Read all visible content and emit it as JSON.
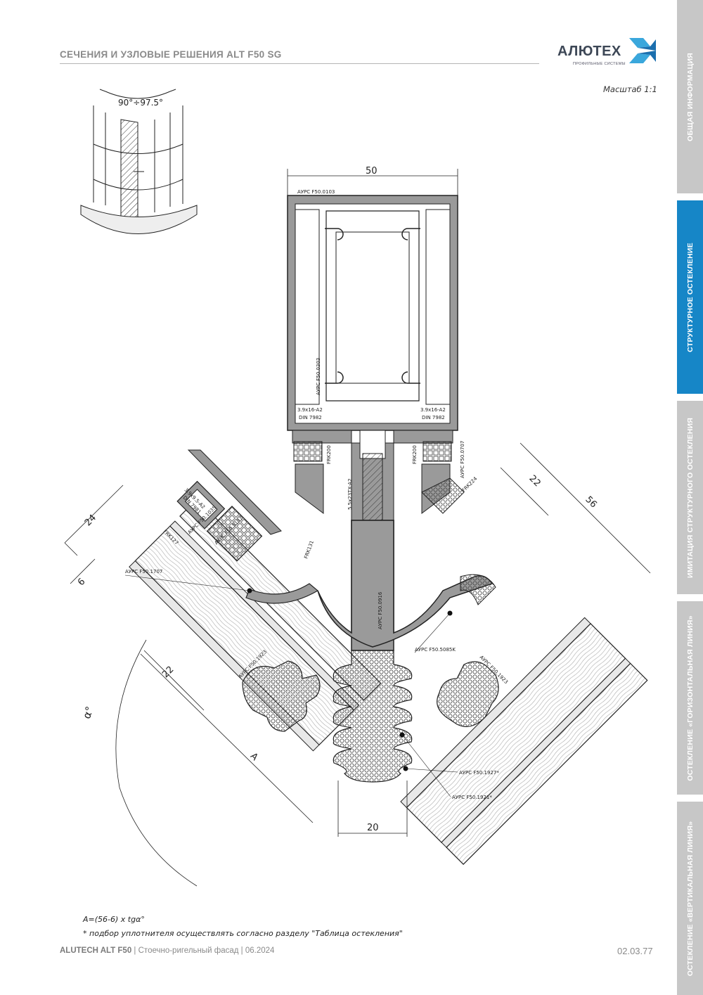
{
  "header": {
    "title": "СЕЧЕНИЯ И УЗЛОВЫЕ РЕШЕНИЯ ALT F50 SG"
  },
  "logo": {
    "name": "АЛЮТЕХ",
    "subtitle": "ПРОФИЛЬНЫЕ СИСТЕМЫ",
    "colors": {
      "text": "#3d4756",
      "mark_light": "#3aa7dc",
      "mark_dark": "#1b6fae"
    }
  },
  "scale": "Масштаб 1:1",
  "side_tabs": [
    {
      "label": "ОБЩАЯ ИНФОРМАЦИЯ",
      "active": false
    },
    {
      "label": "СТРУКТУРНОЕ ОСТЕКЛЕНИЕ",
      "active": true
    },
    {
      "label": "ИМИТАЦИЯ СТРУКТУРНОГО ОСТЕКЛЕНИЯ",
      "active": false
    },
    {
      "label": "ОСТЕКЛЕНИЕ «ГОРИЗОНТАЛЬНАЯ ЛИНИЯ»",
      "active": false
    },
    {
      "label": "ОСТЕКЛЕНИЕ «ВЕРТИКАЛЬНАЯ ЛИНИЯ»",
      "active": false
    }
  ],
  "colors": {
    "tab_active": "#1686c7",
    "tab_inactive": "#c7c7c7",
    "profile_fill": "#9a9a9a"
  },
  "diagram": {
    "angle_label": "90°÷97.5°",
    "dimensions": {
      "width_top": "50",
      "width_bottom": "20",
      "d24": "24",
      "d6": "6",
      "d22_left": "22",
      "d22_right": "22",
      "d56": "56",
      "dim_a": "A",
      "alpha": "α°"
    },
    "labels": {
      "p0103": "АУРС F50.0103",
      "p0303": "АУРС F50.0303",
      "screw_l1": "3.9x16-A2",
      "screw_l2": "DIN 7982",
      "screw_r1": "3.9x16-A2",
      "screw_r2": "DIN 7982",
      "frk200_l": "FRK200",
      "frk200_r": "FRK200",
      "p0707": "АУРС F50.0707",
      "frk224": "FRK224",
      "bolt": "5.5x23TX-A2",
      "screw_s1": "3.9x9.5-A2",
      "screw_s2": "DIN 7981",
      "p1035": "АУРС F50.1035",
      "p5137": "АУРС F50.5137",
      "frk127": "FRK127",
      "frk131": "FRK131",
      "p1707": "АУРС F50.1707",
      "p0916": "АУРС F50.0916",
      "p5085k": "АУРС F50.5085K",
      "p1923_l": "АУРС F50.1923",
      "p1923_r": "АУРС F50.1923",
      "p1927": "АУРС F50.1927*",
      "p1921": "АУРС F50.1921*"
    }
  },
  "notes": {
    "formula": "A=(56-6) x tgα°",
    "footnote": "* подбор уплотнителя осуществлять согласно разделу \"Таблица остекления\""
  },
  "footer": {
    "brand": "ALUTECH ALT F50",
    "separator": " | ",
    "description": "Стоечно-ригельный фасад",
    "date": "06.2024",
    "page": "02.03.77"
  }
}
